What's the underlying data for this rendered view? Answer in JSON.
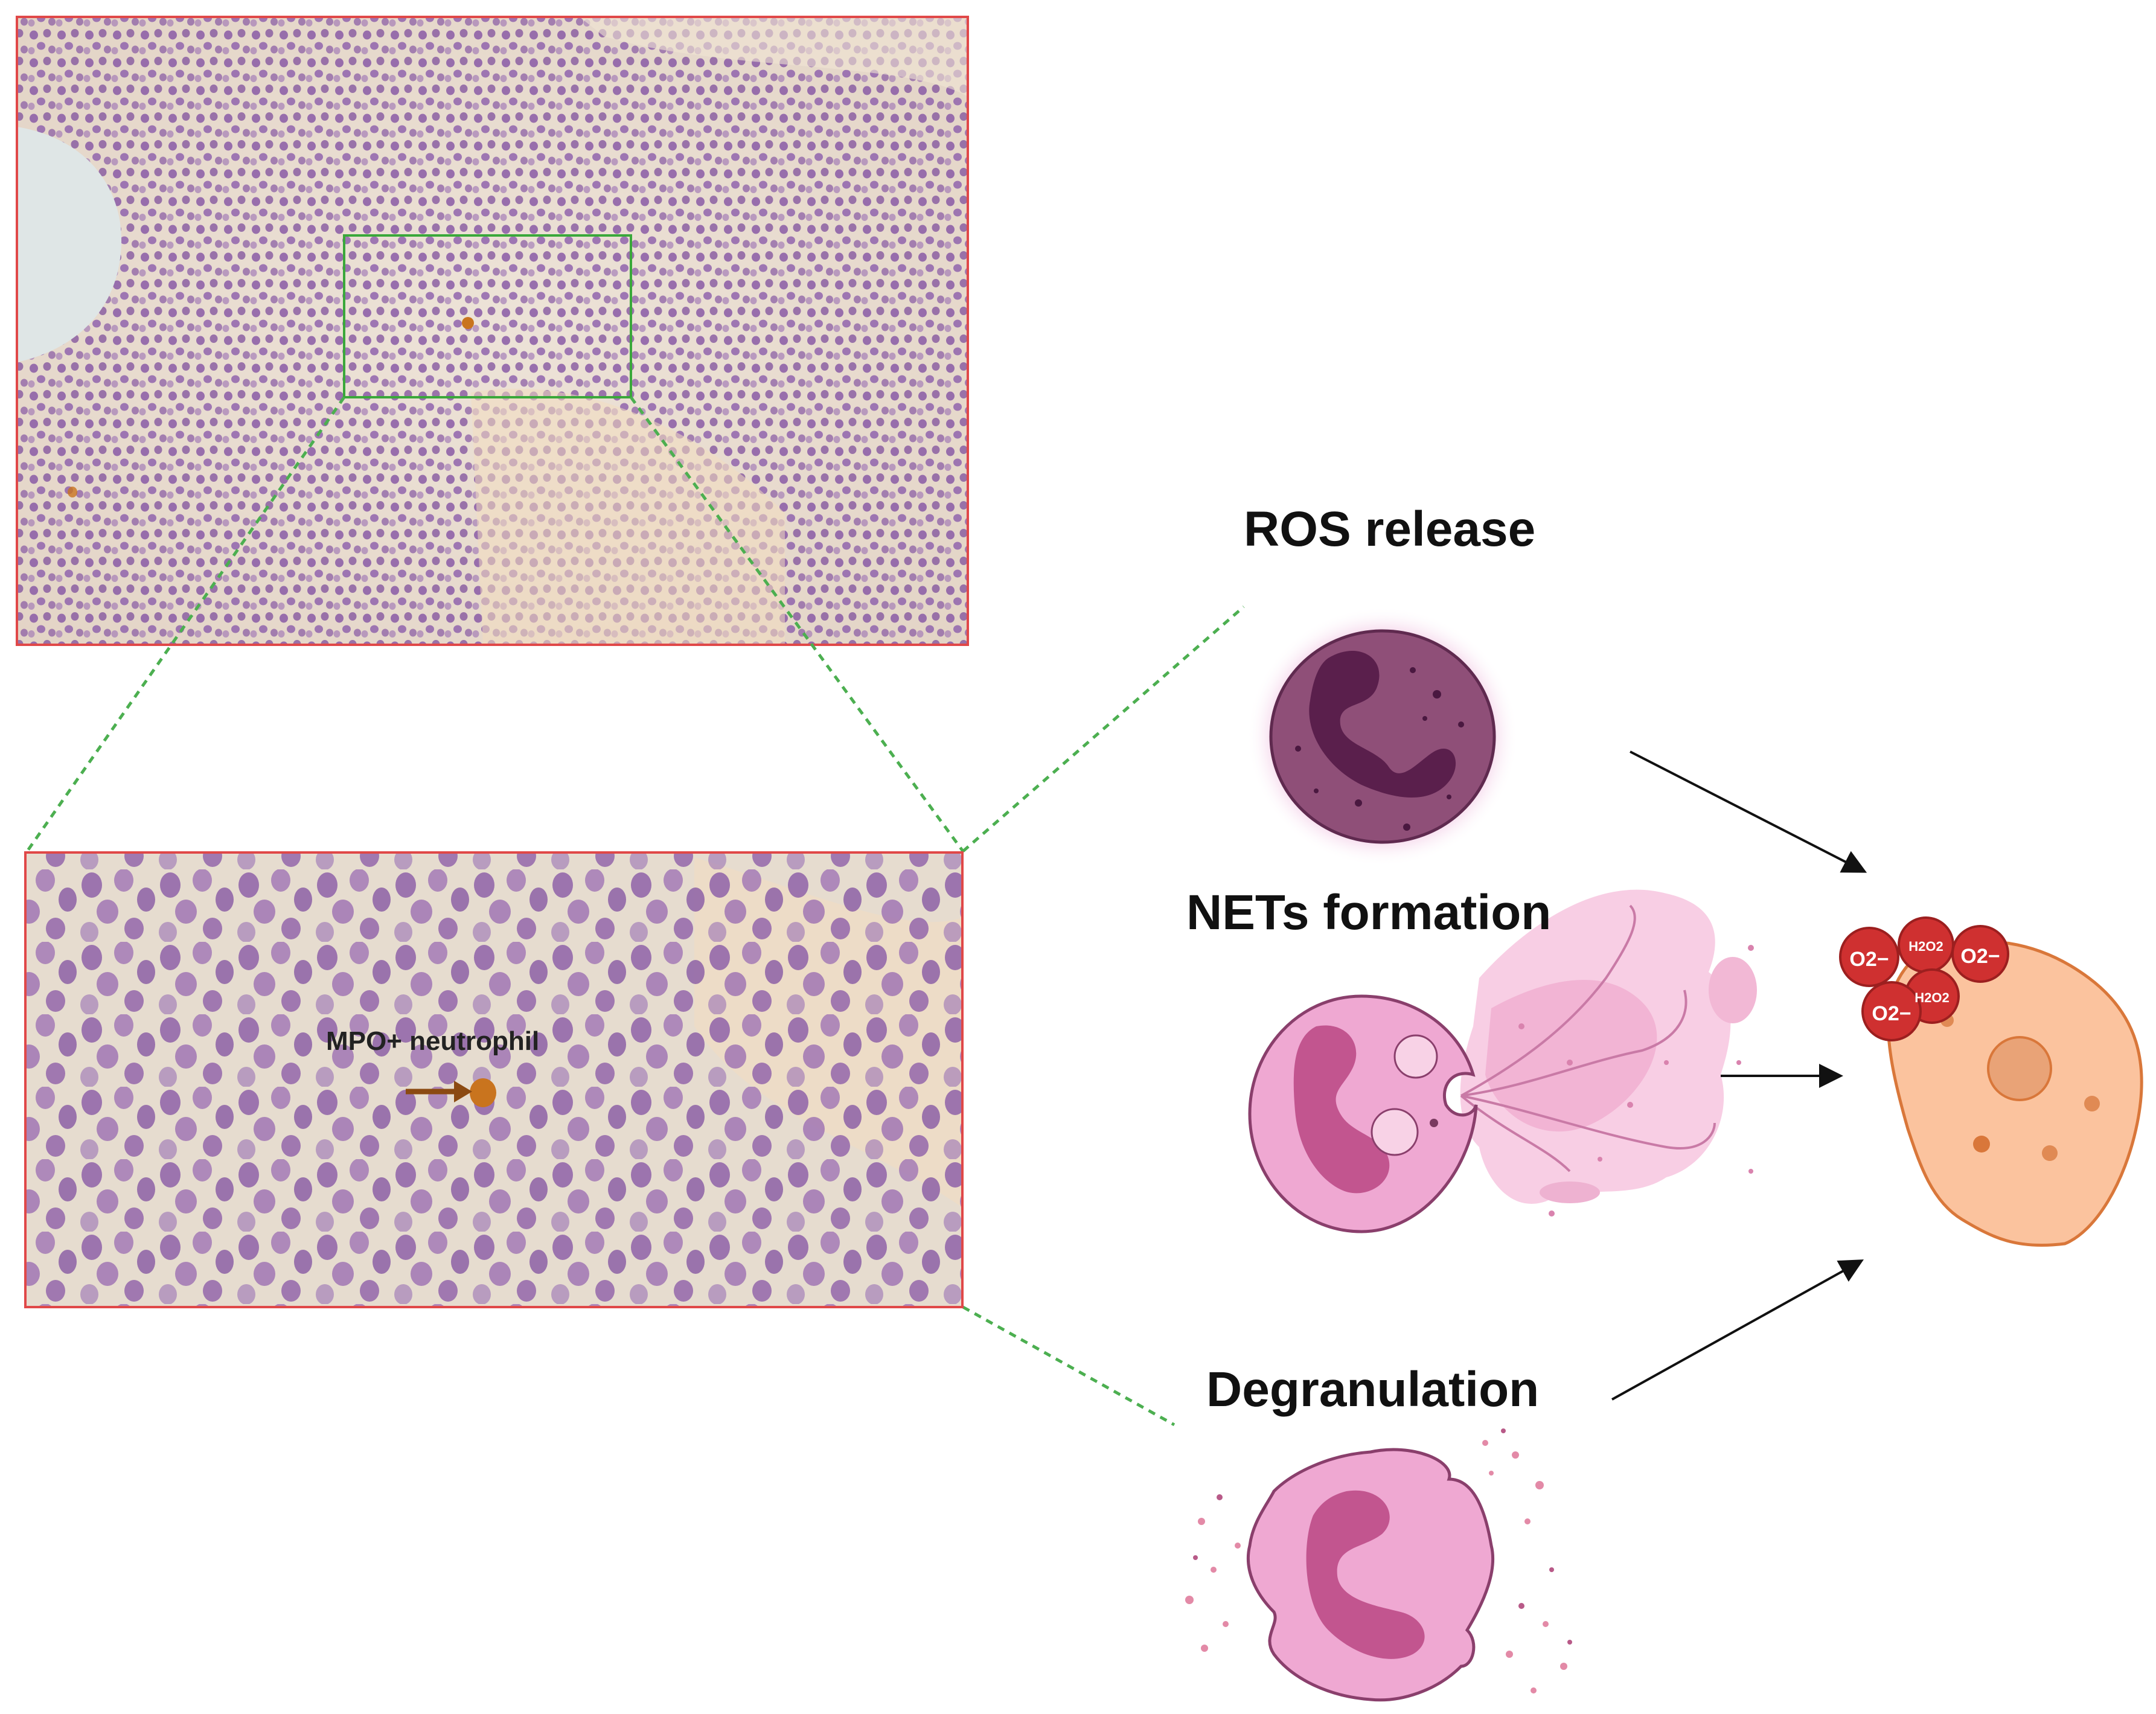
{
  "labels": {
    "ros_release": "ROS release",
    "nets_formation": "NETs formation",
    "degranulation": "Degranulation",
    "mpo_neutrophil": "MPO+ neutrophil"
  },
  "ros_species": {
    "superoxide": "O2−",
    "hydrogen_peroxide": "H2O2"
  },
  "colors": {
    "frame_red": "#e04848",
    "zoom_box_green": "#3aa83a",
    "dashed_guide_green": "#4caf50",
    "tissue_background": "#e9ddd2",
    "lymphocyte_nucleus": "#8a5aa6",
    "mpo_stain": "#c9741e",
    "arrow_brown": "#8b4a12",
    "ros_cell": "#8f4f78",
    "ros_cell_glow": "#e8a0d0",
    "ros_nucleus": "#5a1f4c",
    "neutrophil_pink": "#efa8d2",
    "neutrophil_nucleus": "#c2558f",
    "net_cloud": "#f7c6df",
    "target_cell": "#fbc39e",
    "target_cell_outline": "#d9773a",
    "ros_sphere": "#cf3030"
  },
  "icons": [
    "ros-releasing-neutrophil-icon",
    "net-forming-neutrophil-icon",
    "degranulating-neutrophil-icon",
    "tumor-cell-icon",
    "ros-molecule-icon",
    "pointer-arrow-icon"
  ]
}
